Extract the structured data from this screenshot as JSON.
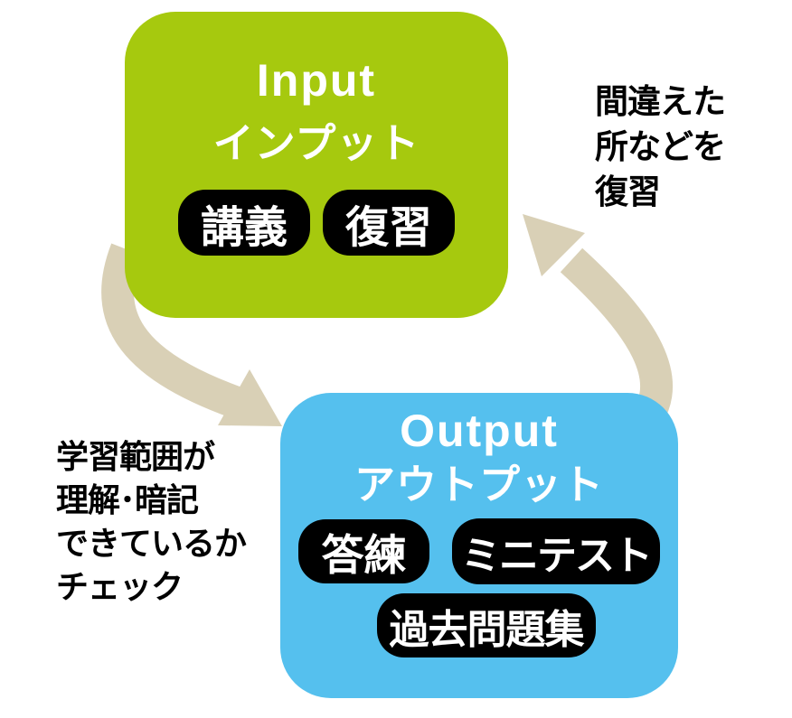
{
  "colors": {
    "input_green": "#a6c90e",
    "output_blue": "#55c0ee",
    "arrow_tan": "#d9d0b6",
    "pill_black": "#000000",
    "title_white": "#ffffff",
    "text_black": "#000000"
  },
  "input_box": {
    "title_en": "Input",
    "title_ja": "インプット",
    "pills": [
      "講義",
      "復習"
    ]
  },
  "output_box": {
    "title_en": "Output",
    "title_ja": "アウトプット",
    "pills": [
      "答練",
      "ミニテスト",
      "過去問題集"
    ]
  },
  "annotations": {
    "review_note": "間違えた\n所などを\n復習",
    "check_note": "学習範囲が\n理解･暗記\nできているか\nチェック"
  }
}
